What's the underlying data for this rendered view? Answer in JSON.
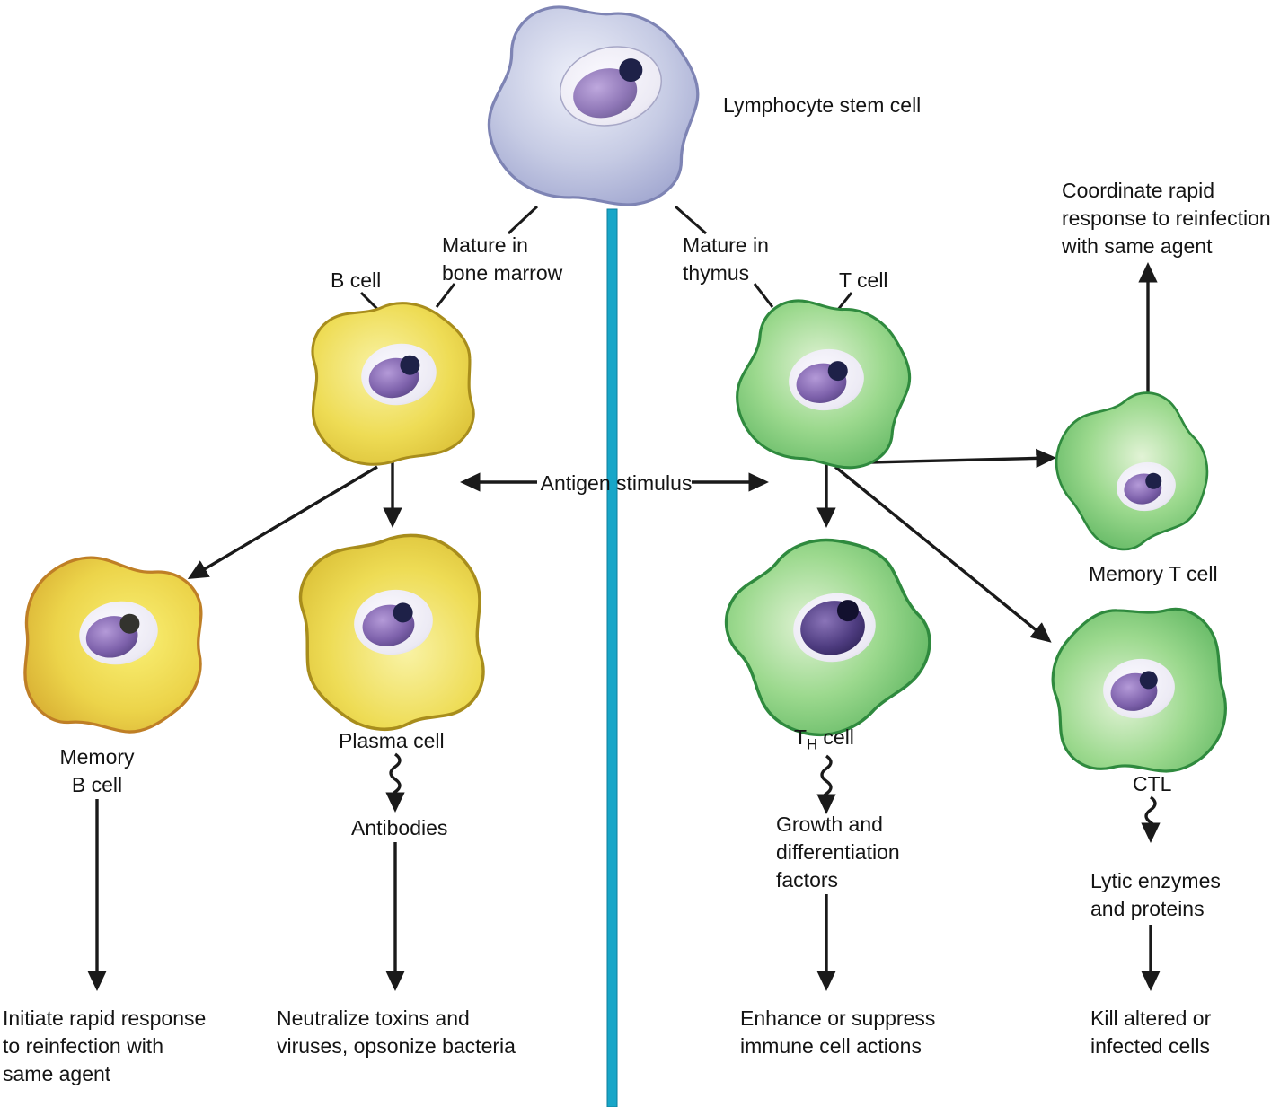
{
  "labels": {
    "stem_cell": "Lymphocyte stem cell",
    "coordinate_response": "Coordinate rapid\nresponse to reinfection\nwith same agent",
    "mature_bone_marrow": "Mature in\nbone marrow",
    "mature_thymus": "Mature in\nthymus",
    "b_cell": "B cell",
    "t_cell": "T cell",
    "antigen_stimulus": "Antigen stimulus",
    "memory_t_cell": "Memory T cell",
    "memory_b_cell": "Memory\nB cell",
    "plasma_cell": "Plasma cell",
    "antibodies": "Antibodies",
    "th_prefix": "T",
    "th_sub": "H",
    "th_suffix": " cell",
    "ctl": "CTL",
    "growth_factors": "Growth and\ndifferentiation\nfactors",
    "lytic": "Lytic enzymes\nand proteins",
    "initiate_response": "Initiate rapid response\nto reinfection with\nsame agent",
    "neutralize": "Neutralize toxins and\nviruses, opsonize bacteria",
    "enhance": "Enhance or suppress\nimmune cell actions",
    "kill": "Kill altered or\ninfected cells"
  },
  "colors": {
    "divider": "#18a6c8",
    "arrow": "#1a1a1a",
    "stem_cell_body": "#c6cbe4",
    "b_cell_body": "#eedc55",
    "memory_b_body": "#eccf45",
    "t_cell_body": "#9cd98e",
    "nucleus_purple": "#7d61ab",
    "nucleolus": "#1e2148"
  }
}
